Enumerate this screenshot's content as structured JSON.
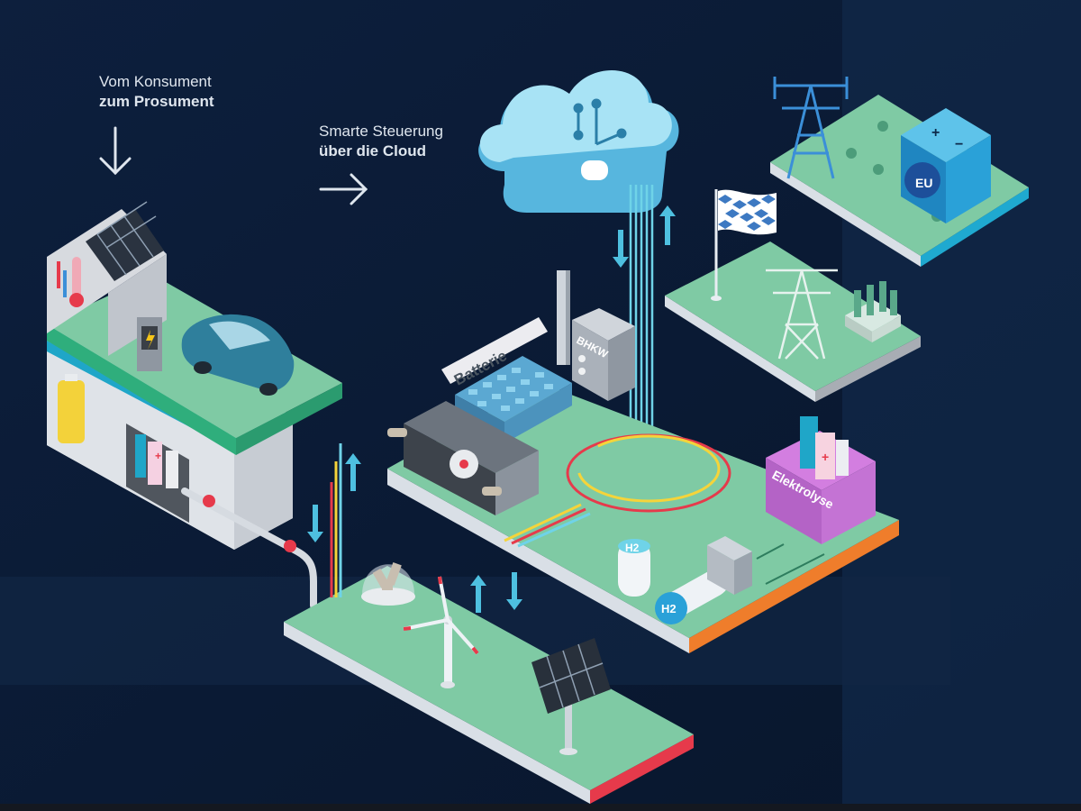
{
  "captions": {
    "prosument": {
      "line1": "Vom Konsument",
      "line2": "zum Prosument"
    },
    "cloud": {
      "line1": "Smarte Steuerung",
      "line2": "über die Cloud"
    }
  },
  "labels": {
    "battery": "Batterie",
    "bhkw": "BHKW",
    "electrolysis": "Elektrolyse",
    "h2_tank": "H2",
    "h2_tube": "H2",
    "eu": "EU",
    "plus": "+",
    "minus": "−"
  },
  "colors": {
    "background": "#0b1a33",
    "platform_top": "#7fcaa4",
    "platform_side": "#f0f2f4",
    "accent_red": "#e63a4b",
    "accent_orange": "#ef7d2b",
    "cloud": "#9fdcf2",
    "data_lines": "#6fd3e8",
    "electrolysis": "#b463c6"
  }
}
